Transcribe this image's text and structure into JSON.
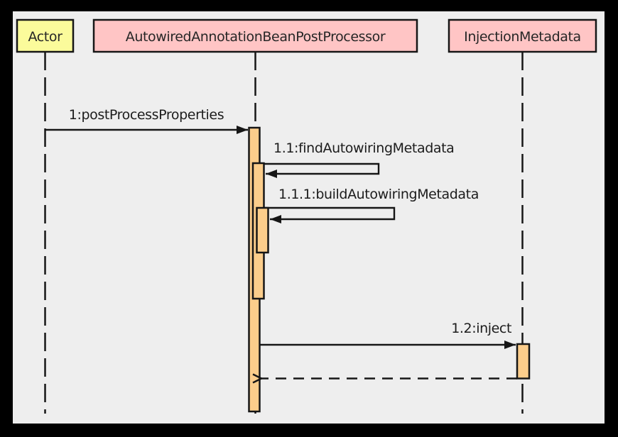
{
  "diagram": {
    "type": "uml-sequence-diagram",
    "colors": {
      "frame_background": "#000000",
      "canvas_background": "#EEEEEE",
      "actor_fill": "#FBFB9B",
      "object_fill": "#FFC5C5",
      "activation_fill": "#FBCD8B",
      "line_color": "#161616",
      "text_color": "#262626"
    },
    "participants": [
      {
        "label": "Actor",
        "type": "actor"
      },
      {
        "label": "AutowiredAnnotationBeanPostProcessor",
        "type": "class"
      },
      {
        "label": "InjectionMetadata",
        "type": "class"
      }
    ],
    "messages": [
      {
        "label": "1:postProcessProperties",
        "from": "Actor",
        "to": "AutowiredAnnotationBeanPostProcessor",
        "kind": "call"
      },
      {
        "label": "1.1:findAutowiringMetadata",
        "from": "AutowiredAnnotationBeanPostProcessor",
        "to": "AutowiredAnnotationBeanPostProcessor",
        "kind": "self-call"
      },
      {
        "label": "1.1.1:buildAutowiringMetadata",
        "from": "AutowiredAnnotationBeanPostProcessor",
        "to": "AutowiredAnnotationBeanPostProcessor",
        "kind": "self-call"
      },
      {
        "label": "1.2:inject",
        "from": "AutowiredAnnotationBeanPostProcessor",
        "to": "InjectionMetadata",
        "kind": "call"
      },
      {
        "label": "",
        "from": "InjectionMetadata",
        "to": "AutowiredAnnotationBeanPostProcessor",
        "kind": "return"
      }
    ]
  }
}
